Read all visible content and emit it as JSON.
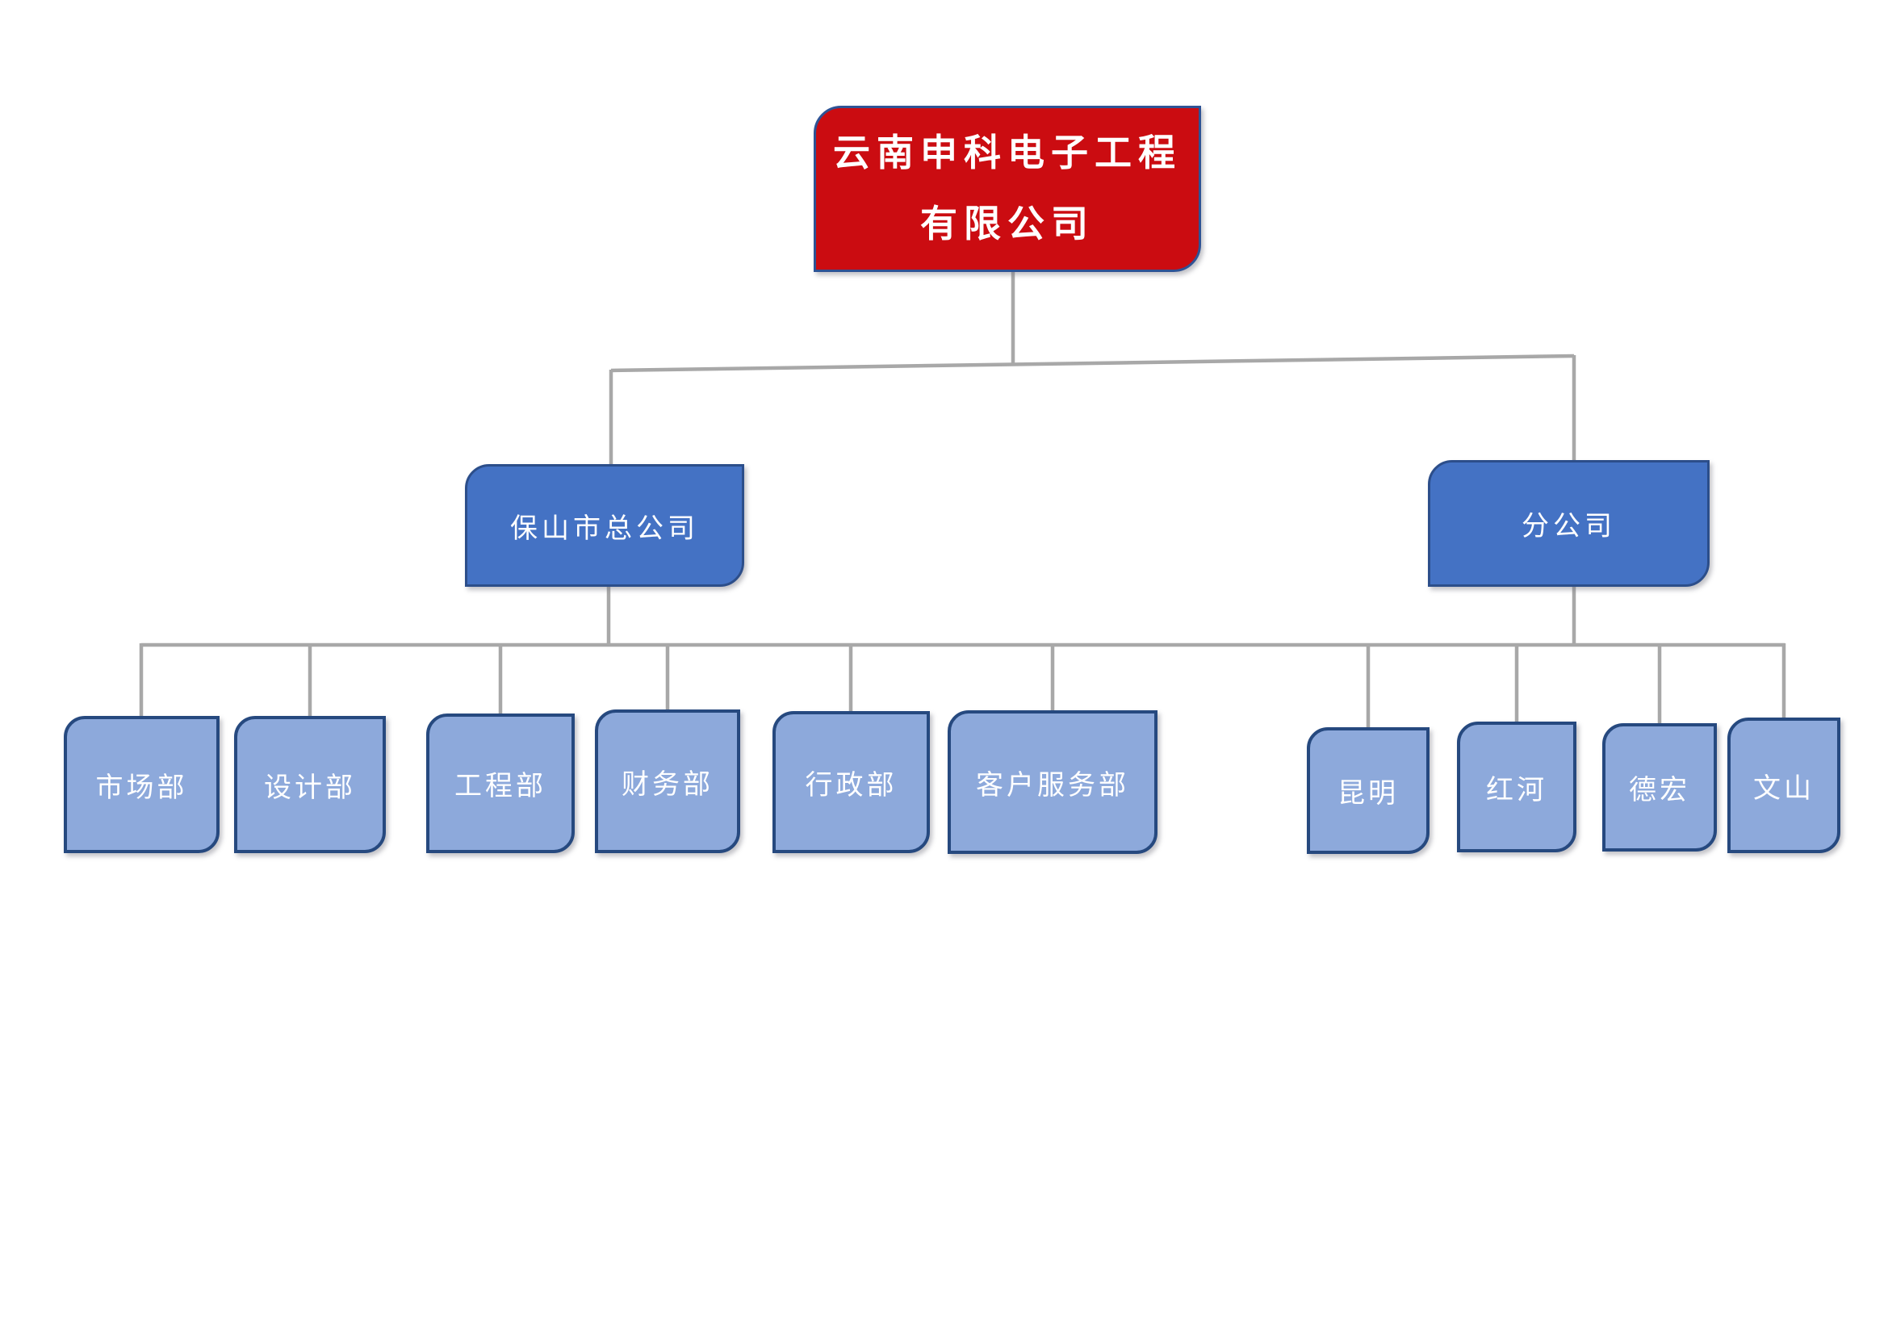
{
  "root": {
    "line1": "云南申科电子工程",
    "line2": "有限公司",
    "full_name": "云南申科电子工程有限公司"
  },
  "level2": [
    {
      "label": "保山市总公司"
    },
    {
      "label": "分公司"
    }
  ],
  "departments": [
    {
      "label": "市场部"
    },
    {
      "label": "设计部"
    },
    {
      "label": "工程部"
    },
    {
      "label": "财务部"
    },
    {
      "label": "行政部"
    },
    {
      "label": "客户服务部"
    }
  ],
  "branches": [
    {
      "label": "昆明"
    },
    {
      "label": "红河"
    },
    {
      "label": "德宏"
    },
    {
      "label": "文山"
    }
  ],
  "colors": {
    "background": "#ffffff",
    "root_fill": "#cb0c11",
    "root_border": "#2e5395",
    "mid_fill": "#4472c4",
    "mid_border": "#2c4e8a",
    "leaf_fill": "#8da9db",
    "leaf_border": "#26497f",
    "connector": "#a8a8a8",
    "text": "#ffffff"
  }
}
